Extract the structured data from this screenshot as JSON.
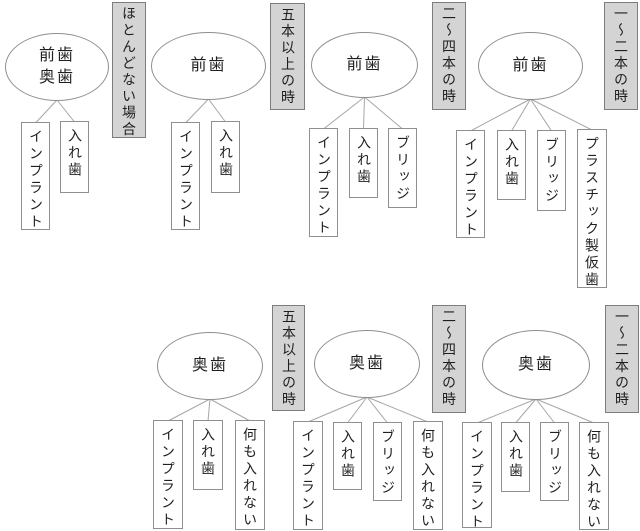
{
  "diagram": {
    "description_colors": {
      "background": "#ffffff",
      "condition_fill": "#d4d4d4",
      "condition_border": "#7d7d7d",
      "node_border": "#8f8f8f",
      "connector_line": "#a6a6a6",
      "text": "#1f1f1f"
    },
    "groups": [
      {
        "ellipse_lines": [
          "前歯",
          "奥歯"
        ],
        "condition": "ほとんどない場合",
        "options": [
          "インプラント",
          "入れ歯"
        ],
        "layout": {
          "ellipse": [
            5,
            33,
            104,
            68
          ],
          "condition": [
            112,
            2,
            34,
            136
          ],
          "option_boxes": [
            [
              21,
              122,
              29,
              108
            ],
            [
              60,
              121,
              29,
              72
            ]
          ]
        }
      },
      {
        "ellipse_lines": [
          "前歯"
        ],
        "condition": "五本以上の時",
        "options": [
          "インプラント",
          "入れ歯"
        ],
        "layout": {
          "ellipse": [
            151,
            32,
            115,
            68
          ],
          "condition": [
            270,
            3,
            35,
            107
          ],
          "option_boxes": [
            [
              171,
              122,
              29,
              108
            ],
            [
              211,
              121,
              29,
              72
            ]
          ]
        }
      },
      {
        "ellipse_lines": [
          "前歯"
        ],
        "condition": "二～四本の時",
        "options": [
          "インプラント",
          "入れ歯",
          "ブリッジ"
        ],
        "layout": {
          "ellipse": [
            311,
            32,
            107,
            66
          ],
          "condition": [
            432,
            2,
            34,
            108
          ],
          "option_boxes": [
            [
              309,
              128,
              29,
              109
            ],
            [
              349,
              128,
              29,
              70
            ],
            [
              388,
              128,
              29,
              80
            ]
          ]
        }
      },
      {
        "ellipse_lines": [
          "前歯"
        ],
        "condition": "一～二本の時",
        "options": [
          "インプラント",
          "入れ歯",
          "ブリッジ",
          "プラスチック製仮歯"
        ],
        "layout": {
          "ellipse": [
            478,
            32,
            105,
            68
          ],
          "condition": [
            604,
            2,
            34,
            108
          ],
          "option_boxes": [
            [
              456,
              130,
              29,
              108
            ],
            [
              497,
              130,
              29,
              70
            ],
            [
              537,
              130,
              29,
              81
            ],
            [
              577,
              129,
              30,
              159
            ]
          ]
        }
      },
      {
        "ellipse_lines": [
          "奥歯"
        ],
        "condition": "五本以上の時",
        "options": [
          "インプラント",
          "入れ歯",
          "何も入れない"
        ],
        "layout": {
          "ellipse": [
            157,
            332,
            106,
            68
          ],
          "condition": [
            272,
            305,
            33,
            106
          ],
          "option_boxes": [
            [
              153,
              420,
              30,
              109
            ],
            [
              193,
              420,
              30,
              70
            ],
            [
              235,
              420,
              30,
              110
            ]
          ]
        }
      },
      {
        "ellipse_lines": [
          "奥歯"
        ],
        "condition": "二～四本の時",
        "options": [
          "インプラント",
          "入れ歯",
          "ブリッジ",
          "何も入れない"
        ],
        "layout": {
          "ellipse": [
            314,
            330,
            106,
            68
          ],
          "condition": [
            432,
            305,
            34,
            108
          ],
          "option_boxes": [
            [
              293,
              421,
              30,
              109
            ],
            [
              333,
              422,
              29,
              68
            ],
            [
              373,
              422,
              29,
              79
            ],
            [
              413,
              421,
              30,
              109
            ]
          ]
        }
      },
      {
        "ellipse_lines": [
          "奥歯"
        ],
        "condition": "一～二本の時",
        "options": [
          "インプラント",
          "入れ歯",
          "ブリッジ",
          "何も入れない"
        ],
        "layout": {
          "ellipse": [
            482,
            330,
            108,
            70
          ],
          "condition": [
            605,
            305,
            34,
            108
          ],
          "option_boxes": [
            [
              462,
              422,
              30,
              106
            ],
            [
              501,
              422,
              29,
              70
            ],
            [
              540,
              422,
              29,
              79
            ],
            [
              579,
              422,
              30,
              108
            ]
          ]
        }
      }
    ]
  }
}
